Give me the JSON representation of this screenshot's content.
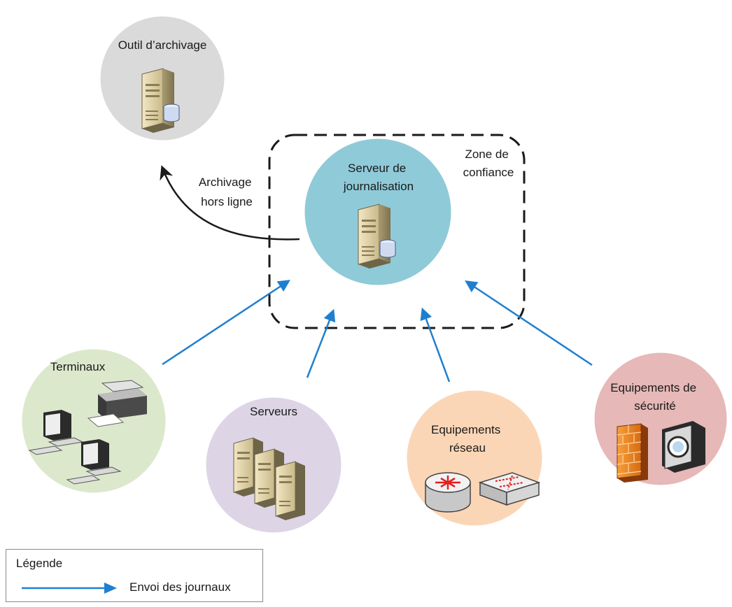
{
  "nodes": {
    "archive": {
      "label_lines": [
        "Outil d’archivage"
      ]
    },
    "logserver": {
      "label_lines": [
        "Serveur de",
        "journalisation"
      ]
    },
    "terminals": {
      "label_lines": [
        "Terminaux"
      ]
    },
    "servers": {
      "label_lines": [
        "Serveurs"
      ]
    },
    "network": {
      "label_lines": [
        "Equipements",
        "réseau"
      ]
    },
    "security": {
      "label_lines": [
        "Equipements de",
        "sécurité"
      ]
    }
  },
  "trust_zone": {
    "label_lines": [
      "Zone de",
      "confiance"
    ]
  },
  "offline_archiving": {
    "label_lines": [
      "Archivage",
      "hors ligne"
    ]
  },
  "legend": {
    "title": "Légende",
    "item": "Envoi des journaux"
  },
  "colors": {
    "archive_fill": "#dadada",
    "logserver_fill": "#8fcad8",
    "terminals_fill": "#dce8cc",
    "servers_fill": "#ddd5e6",
    "network_fill": "#fbd6b6",
    "security_fill": "#e6b8b8",
    "log_arrow": "#1f7fcf",
    "archive_arrow": "#1a1a1a"
  }
}
